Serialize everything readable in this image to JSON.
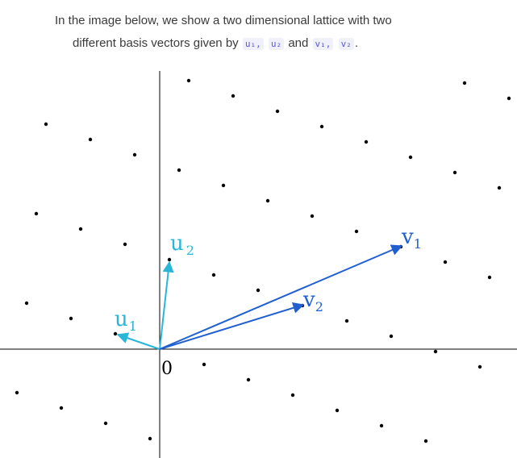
{
  "caption": {
    "line1": "In the image below, we show a two dimensional lattice with two",
    "line2_prefix": "different basis vectors given by",
    "u1": "u₁,",
    "u2": "u₂",
    "and": "and",
    "v1": "v₁,",
    "v2": "v₂",
    "period": "."
  },
  "diagram": {
    "origin_label": "0",
    "vectors": [
      {
        "key": "u1",
        "base": "u",
        "sub": "1",
        "color": "#29b6d8"
      },
      {
        "key": "u2",
        "base": "u",
        "sub": "2",
        "color": "#29b6d8"
      },
      {
        "key": "v1",
        "base": "v",
        "sub": "1",
        "color": "#1f5fd1"
      },
      {
        "key": "v2",
        "base": "v",
        "sub": "2",
        "color": "#1f5fd1"
      }
    ]
  }
}
